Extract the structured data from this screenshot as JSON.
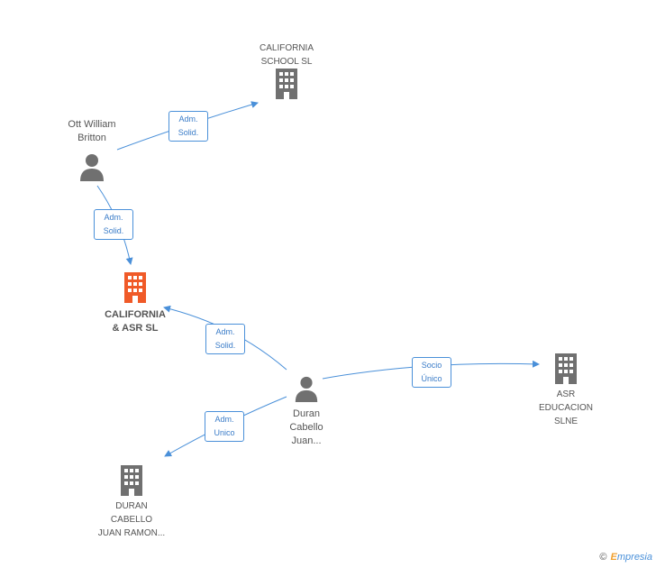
{
  "nodes": {
    "california_school": {
      "label": "CALIFORNIA\nSCHOOL  SL",
      "type": "company"
    },
    "ott_william": {
      "label": "Ott William\nBritton",
      "type": "person"
    },
    "california_asr": {
      "label": "CALIFORNIA\n& ASR SL",
      "type": "company",
      "focus": true
    },
    "duran_person": {
      "label": "Duran\nCabello\nJuan...",
      "type": "person"
    },
    "asr_educacion": {
      "label": "ASR\nEDUCACION\nSLNE",
      "type": "company"
    },
    "duran_company": {
      "label": "DURAN\nCABELLO\nJUAN RAMON...",
      "type": "company"
    }
  },
  "edges": [
    {
      "from": "ott_william",
      "to": "california_school",
      "label": "Adm.\nSolid."
    },
    {
      "from": "ott_william",
      "to": "california_asr",
      "label": "Adm.\nSolid."
    },
    {
      "from": "duran_person",
      "to": "california_asr",
      "label": "Adm.\nSolid."
    },
    {
      "from": "duran_person",
      "to": "asr_educacion",
      "label": "Socio\nÚnico"
    },
    {
      "from": "duran_person",
      "to": "duran_company",
      "label": "Adm.\nUnico"
    }
  ],
  "colors": {
    "edge": "#4a90d9",
    "icon_gray": "#707070",
    "icon_focus": "#f05a28"
  },
  "footer": {
    "copyright": "©",
    "brand_initial": "E",
    "brand_rest": "mpresia"
  }
}
